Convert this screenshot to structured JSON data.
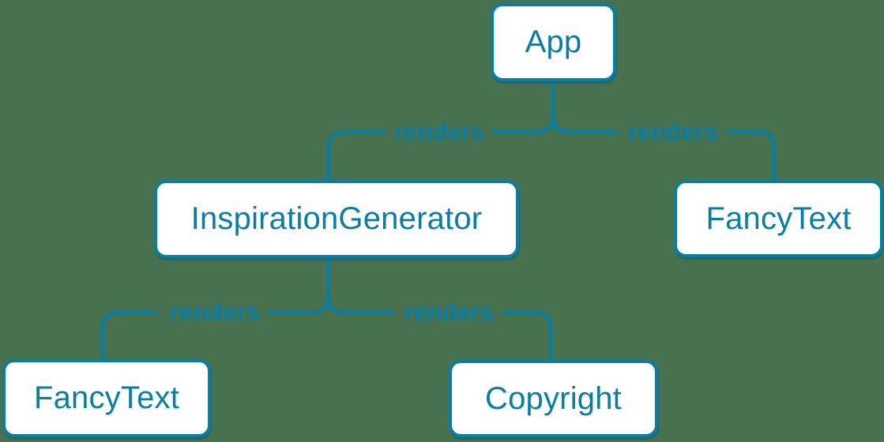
{
  "colors": {
    "background": "#48724F",
    "accent": "#087EA4",
    "node_fill": "#FFFFFF"
  },
  "diagram": {
    "type": "component-render-tree",
    "nodes": [
      {
        "id": "app",
        "label": "App"
      },
      {
        "id": "inspiration-generator",
        "label": "InspirationGenerator"
      },
      {
        "id": "fancy-text-1",
        "label": "FancyText"
      },
      {
        "id": "fancy-text-2",
        "label": "FancyText"
      },
      {
        "id": "copyright",
        "label": "Copyright"
      }
    ],
    "edges": [
      {
        "from": "App",
        "to": "InspirationGenerator",
        "label": "renders"
      },
      {
        "from": "App",
        "to": "FancyText",
        "label": "renders"
      },
      {
        "from": "InspirationGenerator",
        "to": "FancyText",
        "label": "renders"
      },
      {
        "from": "InspirationGenerator",
        "to": "Copyright",
        "label": "renders"
      }
    ]
  }
}
